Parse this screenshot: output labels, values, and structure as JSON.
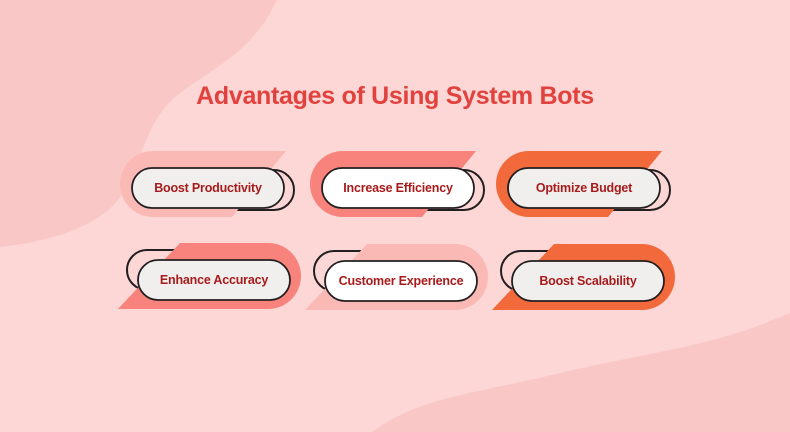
{
  "title": {
    "text": "Advantages of Using System Bots"
  },
  "colors": {
    "page_bg": "#fcd7d5",
    "blob": "#f9c7c5",
    "light_pink": "#fbb9b6",
    "salmon": "#f8827c",
    "orange": "#f26a3c",
    "pill_gray": "#f0efee",
    "pill_white": "#ffffff",
    "outline": "#231f20",
    "label_text": "#a81b1b",
    "title_text": "#e2423e"
  },
  "items": [
    {
      "label": "Boost Productivity",
      "shape_color": "#fbb9b6",
      "pill_fill": "#f0efee",
      "row": 1,
      "col": 1
    },
    {
      "label": "Increase Efficiency",
      "shape_color": "#f8827c",
      "pill_fill": "#ffffff",
      "row": 1,
      "col": 2
    },
    {
      "label": "Optimize Budget",
      "shape_color": "#f26a3c",
      "pill_fill": "#f0efee",
      "row": 1,
      "col": 3
    },
    {
      "label": "Enhance Accuracy",
      "shape_color": "#f8827c",
      "pill_fill": "#f0efee",
      "row": 2,
      "col": 1
    },
    {
      "label": "Customer Experience",
      "shape_color": "#fbb9b6",
      "pill_fill": "#ffffff",
      "row": 2,
      "col": 2
    },
    {
      "label": "Boost Scalability",
      "shape_color": "#f26a3c",
      "pill_fill": "#f0efee",
      "row": 2,
      "col": 3
    }
  ]
}
